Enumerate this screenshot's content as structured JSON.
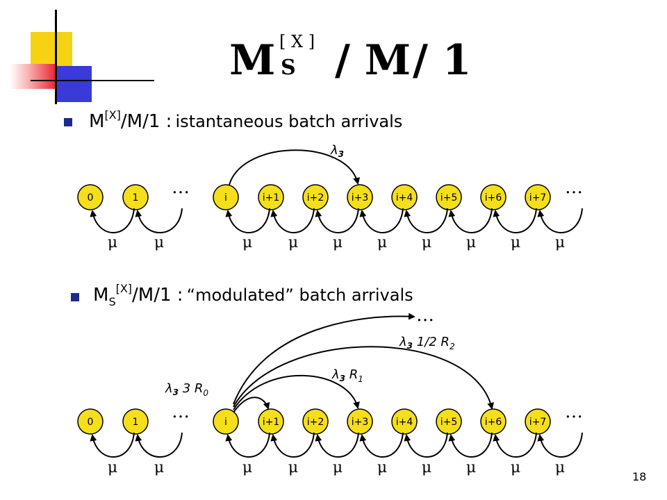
{
  "title": {
    "main": "M",
    "superscript": "[ X ]",
    "subscript": "S",
    "rest1": "/ M",
    "rest2": "/ 1"
  },
  "section1": {
    "model_main": "M",
    "model_sup": "[X]",
    "model_rest": "/M/1 :",
    "description": "istantaneous batch arrivals",
    "arrival_label": "λ3"
  },
  "section2": {
    "model_main": "M",
    "model_sub": "S",
    "model_sup": "[X]",
    "model_rest": "/M/1 :",
    "description": "“modulated” batch arrivals",
    "arrival_labels": [
      {
        "lambda": "λ3",
        "rest": " 3 R",
        "sub": "0"
      },
      {
        "lambda": "λ3",
        "rest": " R",
        "sub": "1"
      },
      {
        "lambda": "λ3",
        "rest": " 1/2 R",
        "sub": "2"
      }
    ]
  },
  "states": [
    "0",
    "1",
    "i",
    "i+1",
    "i+2",
    "i+3",
    "i+4",
    "i+5",
    "i+6",
    "i+7"
  ],
  "ellipsis": "…",
  "service_label": "μ",
  "page_number": "18",
  "colors": {
    "bullet": "#1d2a8a",
    "state_fill": "#f5de1a",
    "deco_yellow": "#f5d313",
    "deco_red": "#e8202a",
    "deco_blue": "#3a3ad8"
  }
}
